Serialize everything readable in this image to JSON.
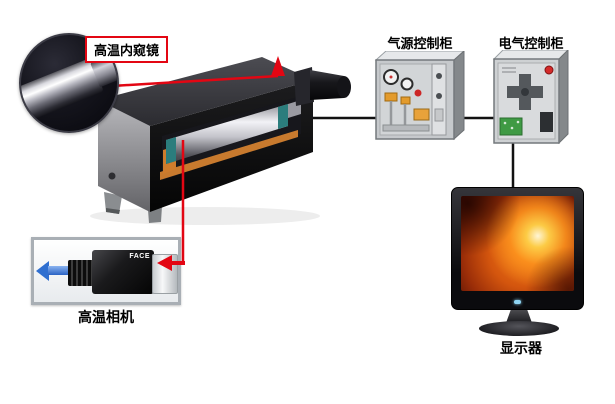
{
  "labels": {
    "endoscope": "高温内窥镜",
    "air_cabinet": "气源控制柜",
    "electric_cabinet": "电气控制柜",
    "camera": "高温相机",
    "monitor": "显示器"
  },
  "camera_inset": {
    "brand": "FACE"
  },
  "colors": {
    "accent_red": "#e30613",
    "wire_black": "#111111",
    "arrow_blue": "#2f6fd0",
    "screen_fire_core": "#ffd24a",
    "screen_fire_edge": "#521104",
    "cabinet_metal": "#ced1d3"
  },
  "icons": {
    "red_up_arrow": "▲",
    "red_left_arrow": "◀",
    "blue_left_arrow": "◀"
  }
}
